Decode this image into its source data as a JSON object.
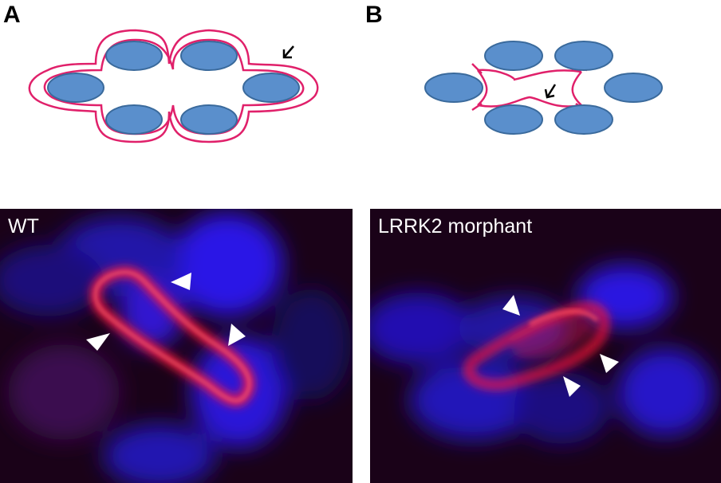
{
  "figure": {
    "panel_a": {
      "letter": "A",
      "image_label": "WT",
      "schematic_state": "separated-lumen"
    },
    "panel_b": {
      "letter": "B",
      "image_label": "LRRK2 morphant",
      "schematic_state": "narrowed-lumen"
    },
    "colors": {
      "nucleus_fill": "#5a8fcc",
      "nucleus_stroke": "#3a6a9c",
      "membrane": "#e0206a",
      "arrow": "#000000",
      "arrowhead_marker": "#ffffff",
      "stain_blue": "#2a14e0",
      "stain_red": "#ff1a3c",
      "background": "#1a0218"
    }
  }
}
